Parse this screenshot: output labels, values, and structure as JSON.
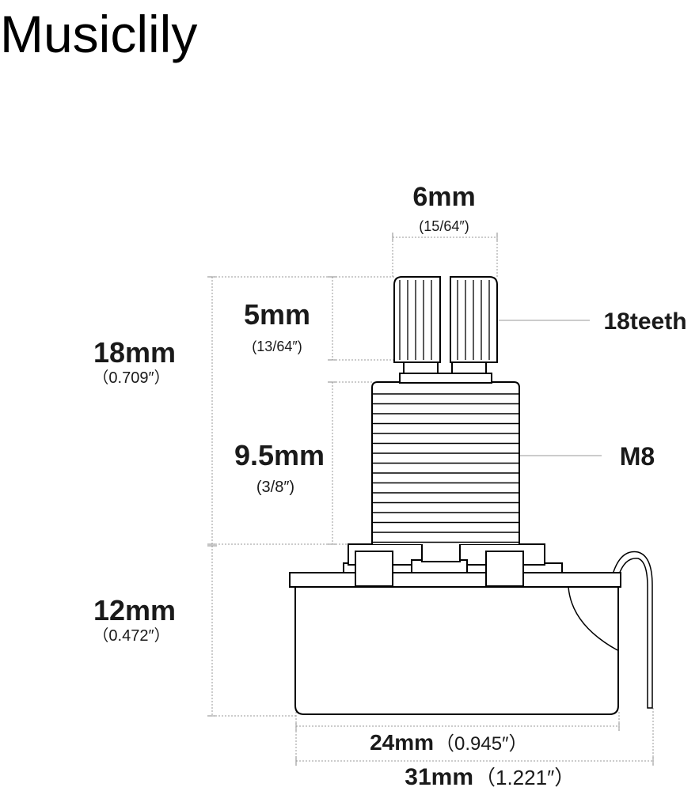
{
  "brand": "Musiclily",
  "dimensions": {
    "shaft_width": {
      "value": "6mm",
      "imperial": "(15/64″)"
    },
    "knurl_height": {
      "value": "5mm",
      "imperial": "(13/64″)"
    },
    "shaft_height": {
      "value": "18mm",
      "imperial": "（0.709″）"
    },
    "bushing_height": {
      "value": "9.5mm",
      "imperial": "(3/8″)"
    },
    "body_height": {
      "value": "12mm",
      "imperial": "（0.472″）"
    },
    "body_width": {
      "value": "24mm",
      "imperial": "（0.945″）"
    },
    "overall_width": {
      "value": "31mm",
      "imperial": "（1.221″）"
    }
  },
  "callouts": {
    "teeth": "18teeth",
    "thread": "M8"
  },
  "colors": {
    "text": "#1a1a1a",
    "outline": "#000000",
    "dimension_line": "#9a9a9a",
    "background": "#ffffff"
  }
}
